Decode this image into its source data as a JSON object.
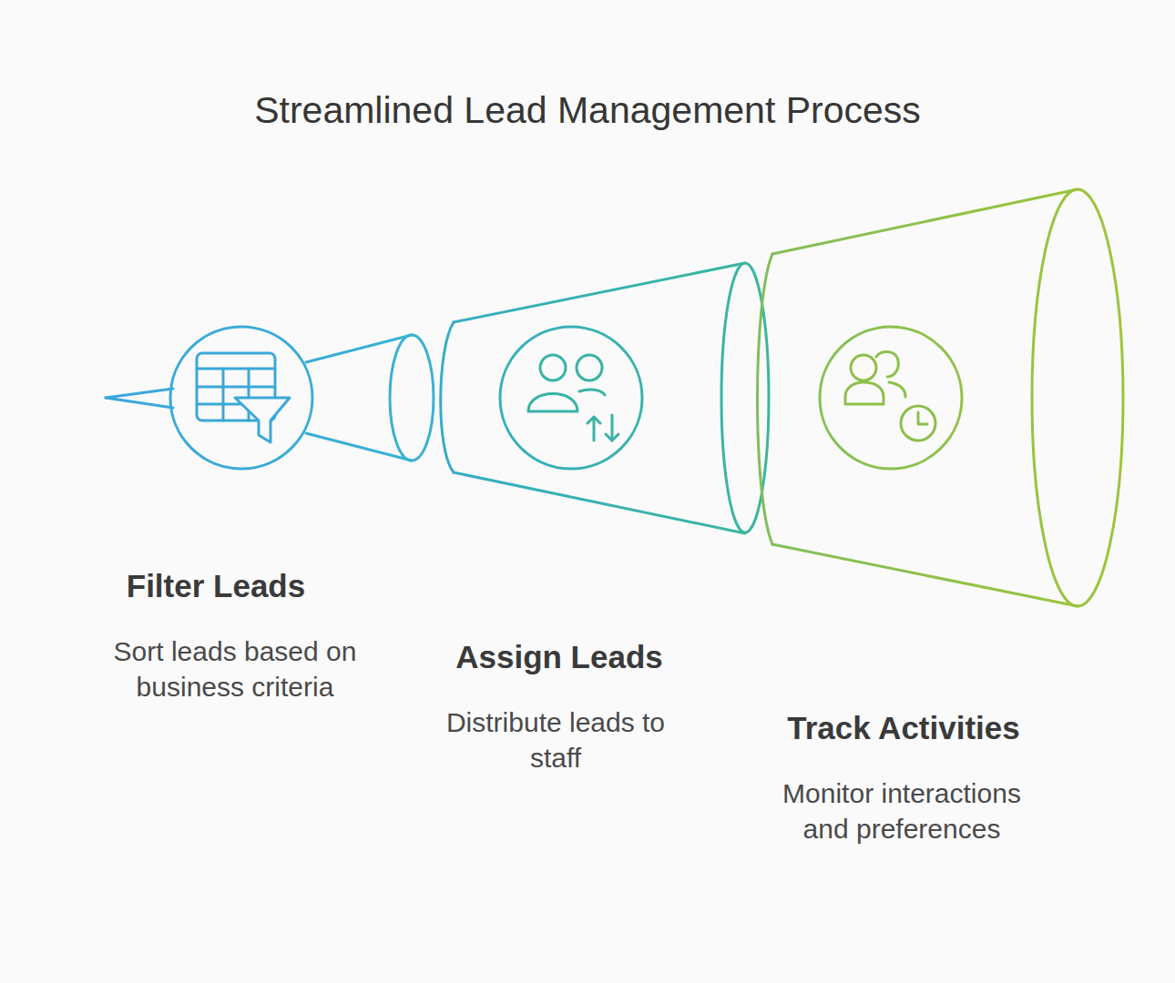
{
  "diagram": {
    "title": "Streamlined Lead Management Process",
    "nodes": [
      {
        "text": [
          "Filter Leads",
          "Sort leads based on business criteria"
        ]
      },
      {
        "text": [
          "Assign Leads",
          "Distribute leads to staff"
        ]
      },
      {
        "text": [
          "Track Activities",
          "Monitor interactions and preferences"
        ]
      }
    ]
  }
}
